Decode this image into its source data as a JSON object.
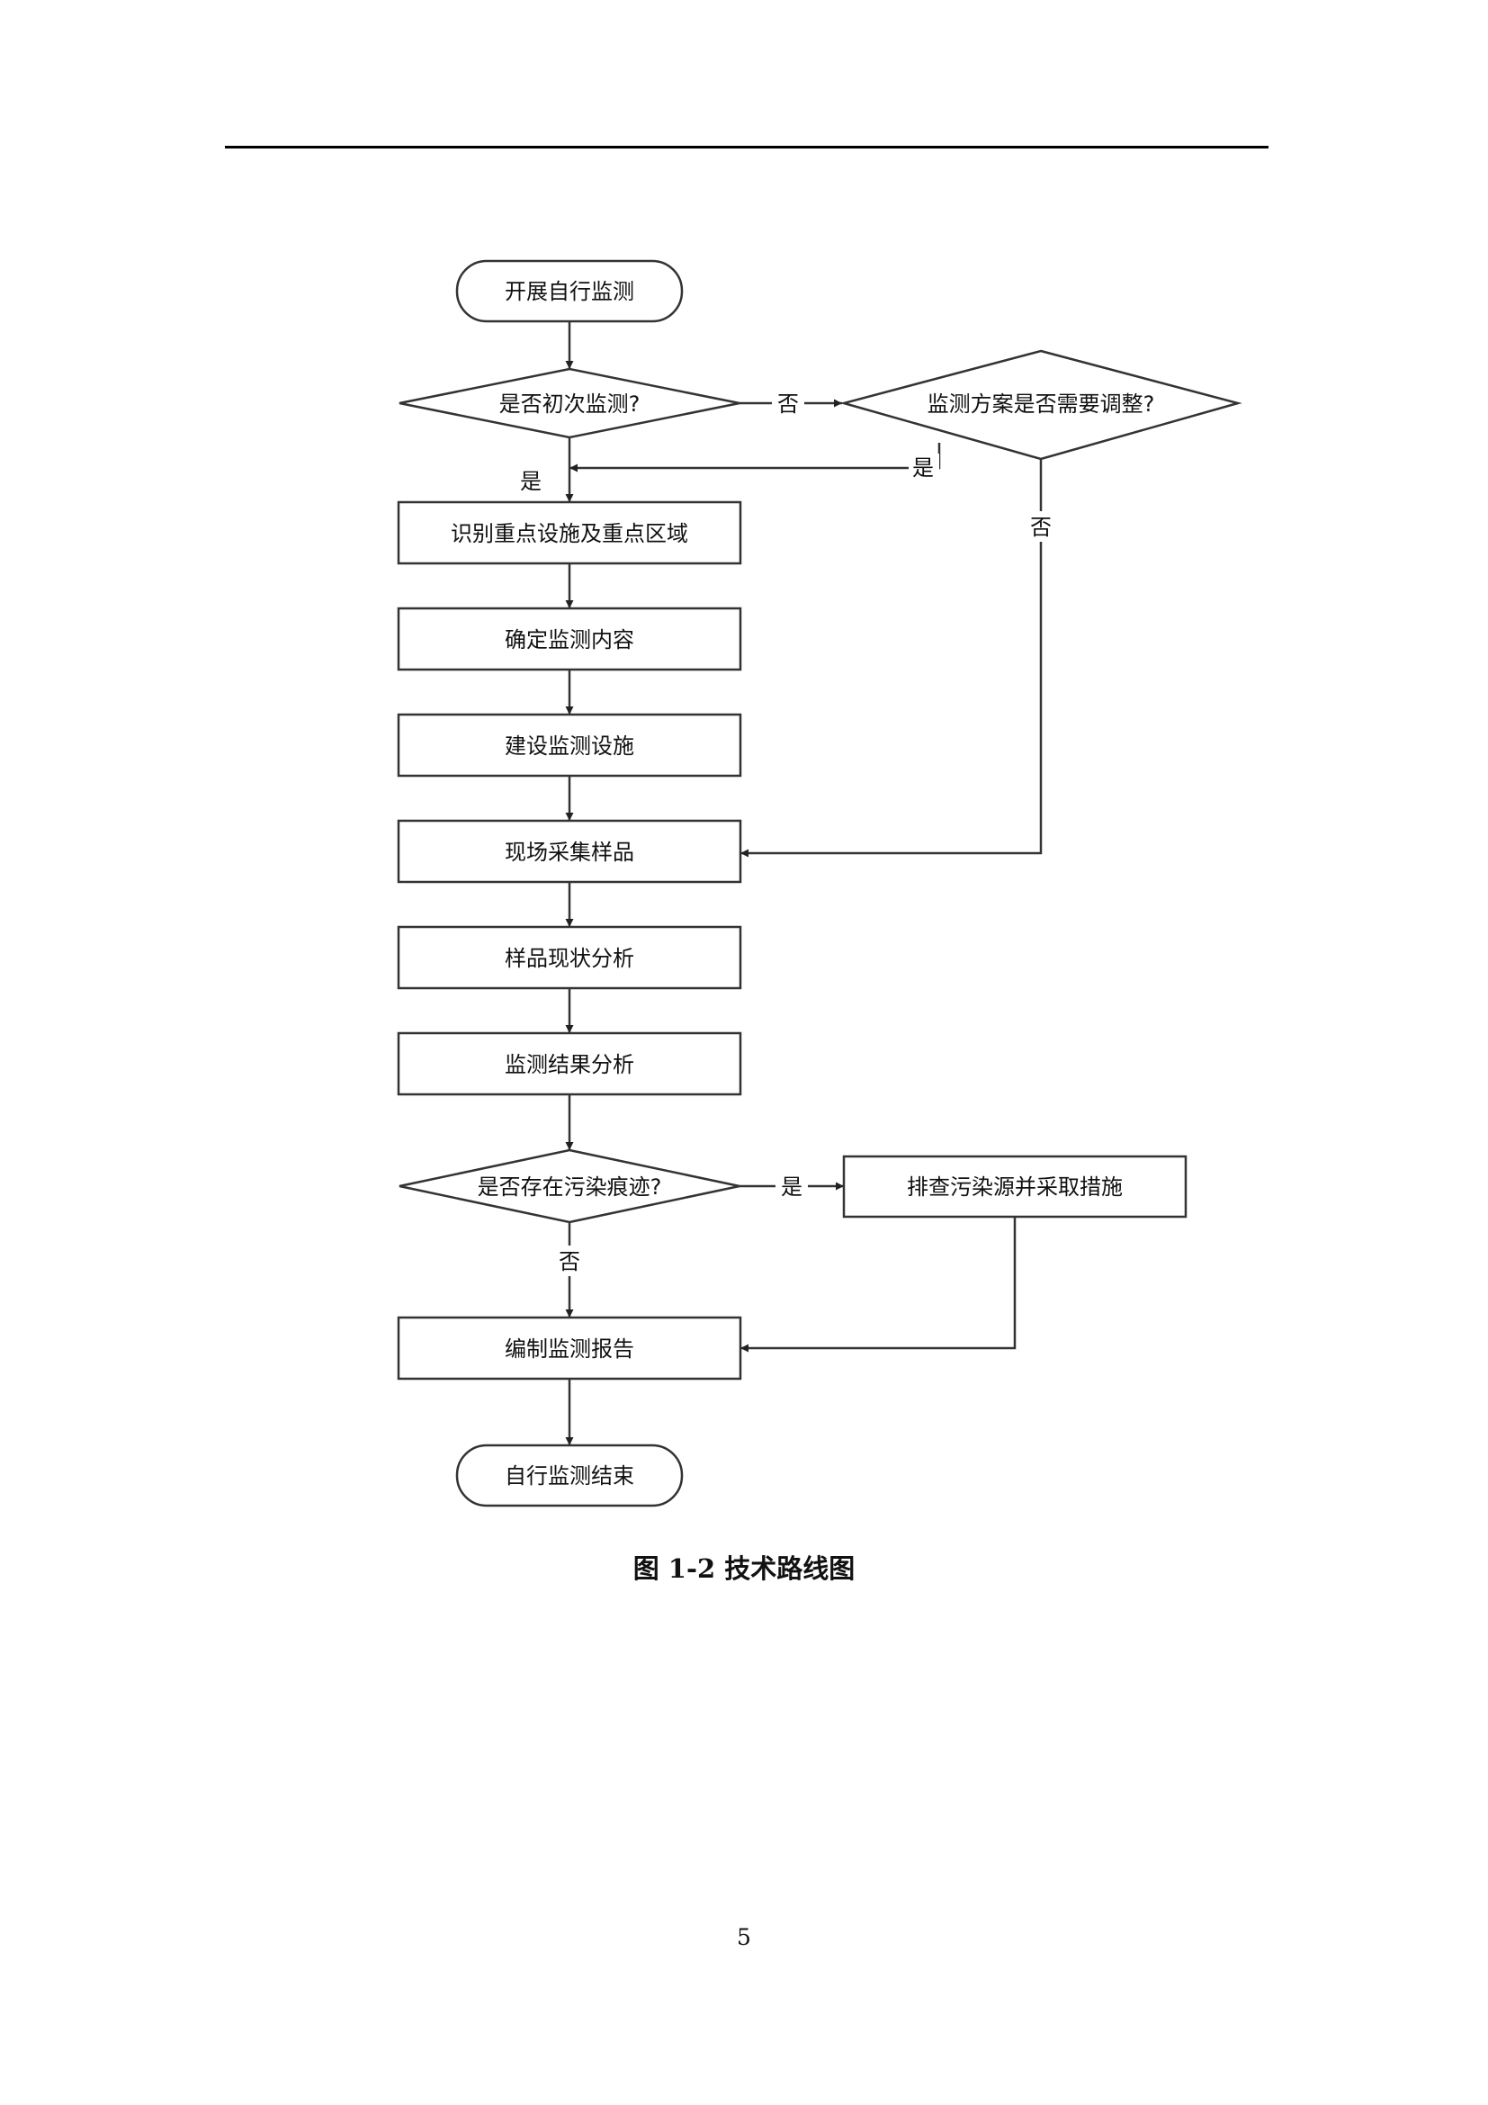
{
  "nodes": {
    "start": "开展自行监测",
    "first_monitor_q": "是否初次监测?",
    "adjust_plan_q": "监测方案是否需要调整?",
    "identify": "识别重点设施及重点区域",
    "content": "确定监测内容",
    "build": "建设监测设施",
    "sampling": "现场采集样品",
    "analysis_status": "样品现状分析",
    "analysis_result": "监测结果分析",
    "pollution_q": "是否存在污染痕迹?",
    "investigate": "排查污染源并采取措施",
    "report": "编制监测报告",
    "end": "自行监测结束"
  },
  "edge_labels": {
    "first_no": "否",
    "first_yes": "是",
    "adjust_yes": "是",
    "adjust_no": "否",
    "pollution_yes": "是",
    "pollution_no": "否"
  },
  "caption": "图 1-2  技术路线图",
  "page_number": "5"
}
